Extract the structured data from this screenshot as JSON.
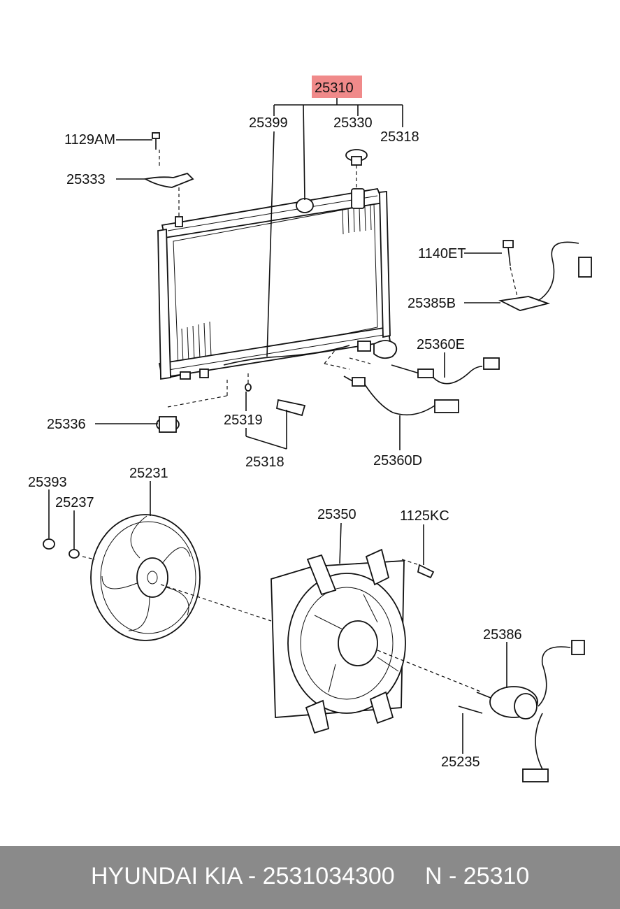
{
  "diagram": {
    "highlight_color": "#f08a8a",
    "highlighted_part": "25310",
    "labels": {
      "p25310": "25310",
      "p25399": "25399",
      "p25330": "25330",
      "p25318_top": "25318",
      "p1129AM": "1129AM",
      "p25333": "25333",
      "p1140ET": "1140ET",
      "p25385B": "25385B",
      "p25360E": "25360E",
      "p25336": "25336",
      "p25319": "25319",
      "p25318_bottom": "25318",
      "p25360D": "25360D",
      "p25393": "25393",
      "p25231": "25231",
      "p25237": "25237",
      "p25350": "25350",
      "p1125KC": "1125KC",
      "p25386": "25386",
      "p25235": "25235"
    }
  },
  "footer": {
    "brand": "HYUNDAI KIA - 2531034300",
    "ref": "N - 25310",
    "background": "#8a8a8a"
  }
}
